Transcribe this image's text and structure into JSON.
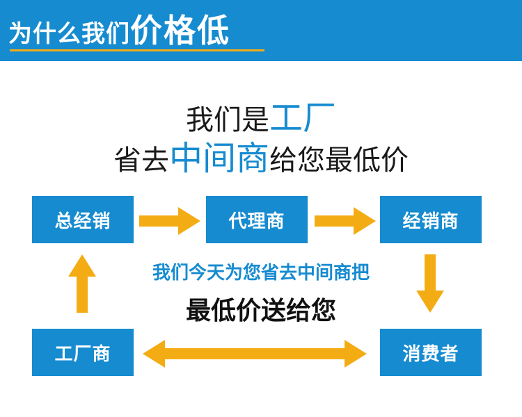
{
  "banner": {
    "title_part1": "为什么我们",
    "title_part2": "价格低"
  },
  "headline": {
    "line1_prefix": "我们是",
    "line1_accent": "工厂",
    "line2_prefix": "省去",
    "line2_accent": "中间商",
    "line2_suffix": "给您最低价"
  },
  "flow": {
    "box_general_distributor": "总经销",
    "box_agent": "代理商",
    "box_dealer": "经销商",
    "box_factory": "工厂商",
    "box_consumer": "消费者"
  },
  "center": {
    "line1": "我们今天为您省去中间商把",
    "line2": "最低价送给您"
  },
  "colors": {
    "banner_blue": "#168bd0",
    "box_blue": "#168bd0",
    "arrow_orange": "#f4ac14",
    "accent_blue": "#168bd0"
  }
}
